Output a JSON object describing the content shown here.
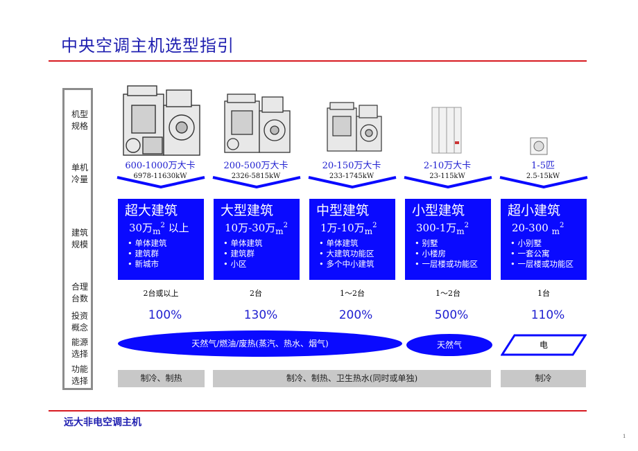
{
  "title": "中央空调主机选型指引",
  "sidebar": {
    "items": [
      "机型\n规格",
      "单机\n冷量",
      "建筑\n规模",
      "合理\n台数",
      "投资\n概念",
      "能源\n选择",
      "功能\n选择"
    ]
  },
  "columns": [
    {
      "capacity": "600-1000万大卡",
      "power": "6978-11630kW",
      "size_title": "超大建筑",
      "scale": "30万",
      "scale_unit": "m",
      "scale_sup": "2",
      "scale_suffix": " 以上",
      "bullets": [
        "单体建筑",
        "建筑群",
        "新城市"
      ],
      "units": "2台或以上",
      "investment": "100%"
    },
    {
      "capacity": "200-500万大卡",
      "power": "2326-5815kW",
      "size_title": "大型建筑",
      "scale": "10万-30万",
      "scale_unit": "m",
      "scale_sup": "2",
      "scale_suffix": "",
      "bullets": [
        "单体建筑",
        "建筑群",
        "小区"
      ],
      "units": "2台",
      "investment": "130%"
    },
    {
      "capacity": "20-150万大卡",
      "power": "233-1745kW",
      "size_title": "中型建筑",
      "scale": "1万-10万",
      "scale_unit": "m",
      "scale_sup": "2",
      "scale_suffix": "",
      "bullets": [
        "单体建筑",
        "大建筑功能区",
        "多个中小建筑"
      ],
      "units": "1～2台",
      "investment": "200%"
    },
    {
      "capacity": "2-10万大卡",
      "power": "23-115kW",
      "size_title": "小型建筑",
      "scale": "300-1万",
      "scale_unit": "m",
      "scale_sup": "2",
      "scale_suffix": "",
      "bullets": [
        "别墅",
        "小楼房",
        "一层楼或功能区"
      ],
      "units": "1～2台",
      "investment": "500%"
    },
    {
      "capacity": "1-5匹",
      "power": "2.5-15kW",
      "size_title": "超小建筑",
      "scale": "20-300 ",
      "scale_unit": "m",
      "scale_sup": "2",
      "scale_suffix": "",
      "bullets": [
        "小别墅",
        "一套公寓",
        "一层楼或功能区"
      ],
      "units": "1台",
      "investment": "110%"
    }
  ],
  "energy": {
    "large": "天然气/燃油/废热(蒸汽、热水、烟气)",
    "small": "天然气",
    "electric": "电"
  },
  "functions": {
    "a": "制冷、制热",
    "b": "制冷、制热、卫生热水(同时或单独)",
    "c": "制冷"
  },
  "footer": "远大非电空调主机",
  "page_number": "1",
  "colors": {
    "accent_blue": "#0a0aff",
    "title_blue": "#1f1fb0",
    "red_rule": "#d71920",
    "gray_bar": "#c8c8c8"
  }
}
